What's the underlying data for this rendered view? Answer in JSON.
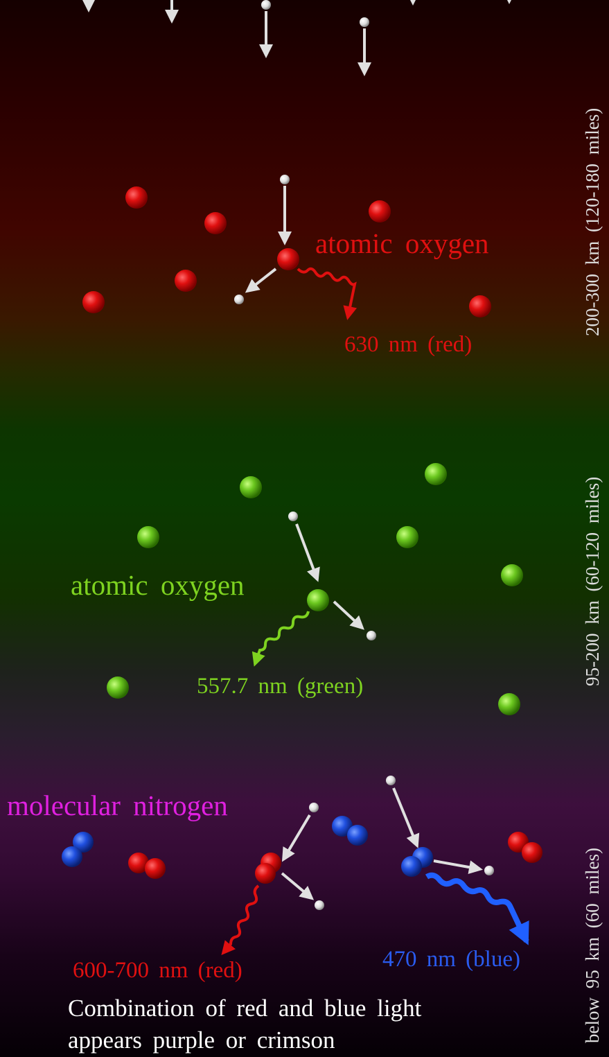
{
  "labels": {
    "upper_species": "atomic oxygen",
    "upper_wavelength": "630 nm (red)",
    "middle_species": "atomic oxygen",
    "middle_wavelength": "557.7 nm (green)",
    "lower_species": "molecular nitrogen",
    "lower_wavelength_red": "600-700 nm (red)",
    "lower_wavelength_blue": "470 nm (blue)",
    "caption_line1": "Combination of red and blue light",
    "caption_line2": "appears purple or crimson"
  },
  "altitudes": {
    "upper": "200-300 km (120-180 miles)",
    "middle": "95-200 km (60-120 miles)",
    "lower": "below 95 km (60 miles)"
  },
  "colors": {
    "oxygen_red": "#e01010",
    "oxygen_green": "#7ed320",
    "nitrogen_label": "#e020e0",
    "nitrogen_blue": "#2050e0",
    "electron": "#e8e8e8",
    "caption": "#ffffff",
    "altitude_text": "#dddddd"
  }
}
